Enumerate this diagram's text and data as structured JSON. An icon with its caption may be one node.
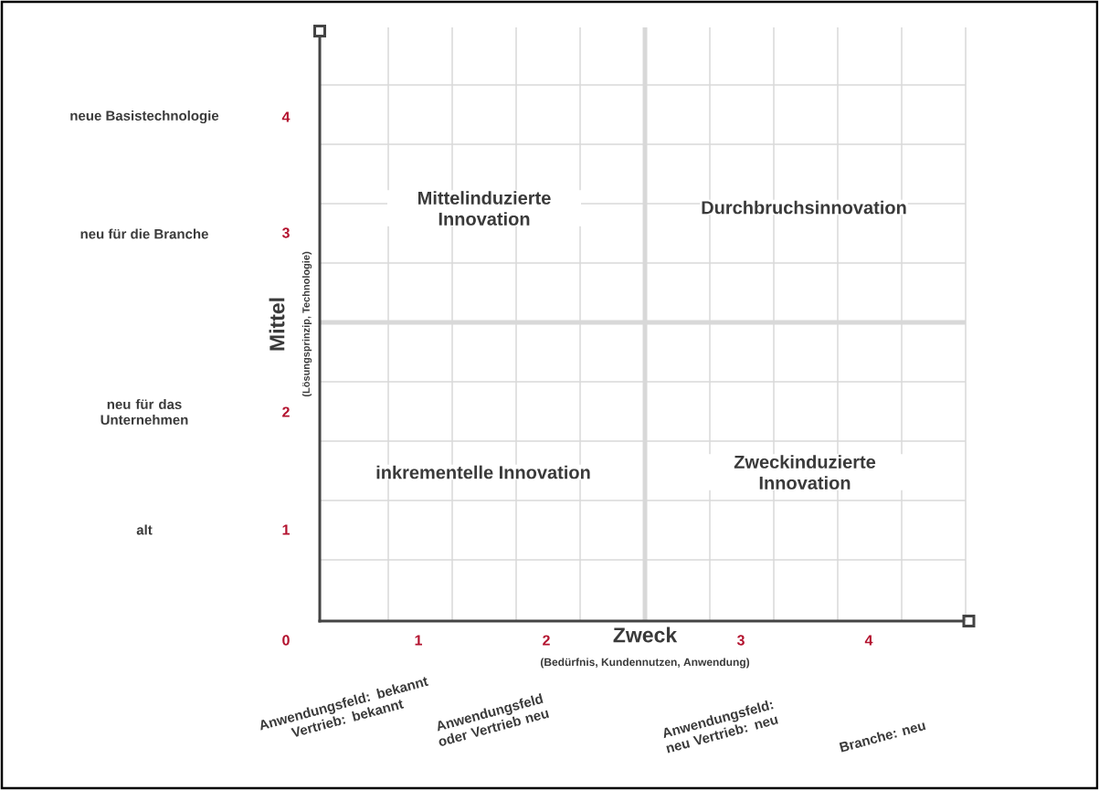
{
  "diagram": {
    "labels": [
      "neue Basistechnologie",
      "4",
      "neu für die Branche",
      "3",
      "Mittelinduzierte Innovation",
      "Durchbruchsinnovation",
      "Mittel",
      "(Lösungsprinzip, Technologie)",
      "neu für das Unternehmen",
      "2",
      "inkrementelle Innovation",
      "Zweckinduzierte Innovation",
      "alt",
      "1",
      "0",
      "1",
      "2",
      "Zweck",
      "3",
      "4",
      "(Bedürfnis, Kundennutzen, Anwendung)",
      "Anwendungsfeld: bekannt Vertrieb: bekannt",
      "Anwendungsfeld oder Vertrieb neu",
      "Anwendungsfeld: neu Vertrieb: neu",
      "Branche: neu"
    ]
  }
}
